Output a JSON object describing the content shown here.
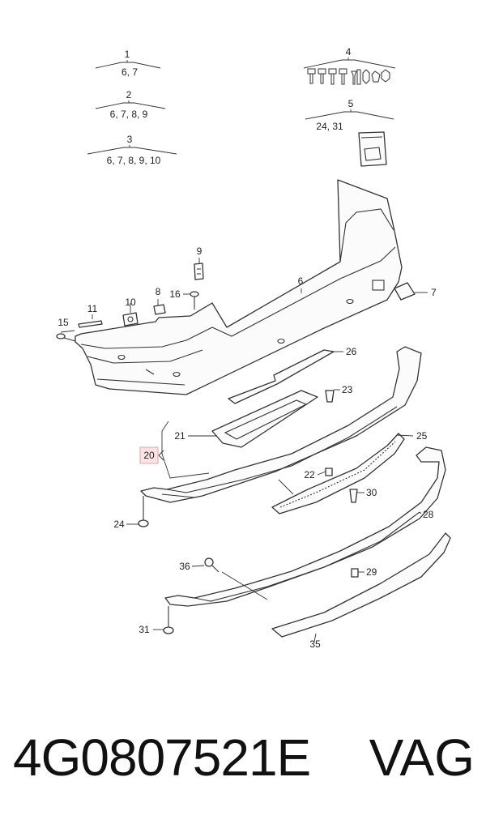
{
  "labels": {
    "c1": "1",
    "c1_refs": "6, 7",
    "c2": "2",
    "c2_refs": "6, 7, 8, 9",
    "c3": "3",
    "c3_refs": "6, 7, 8, 9, 10",
    "c4": "4",
    "c5": "5",
    "c5_refs": "24, 31",
    "p6": "6",
    "p7": "7",
    "p8": "8",
    "p9": "9",
    "p10": "10",
    "p11": "11",
    "p15": "15",
    "p16": "16",
    "p20": "20",
    "p21": "21",
    "p22": "22",
    "p23": "23",
    "p24": "24",
    "p25": "25",
    "p26": "26",
    "p28": "28",
    "p29": "29",
    "p30": "30",
    "p31": "31",
    "p35": "35",
    "p36": "36"
  },
  "colors": {
    "highlight_fill": "#fbe3e5",
    "highlight_border": "#e6a3aa",
    "line": "#333333"
  },
  "footer": {
    "part_number": "4G0807521E",
    "brand": "VAG"
  }
}
